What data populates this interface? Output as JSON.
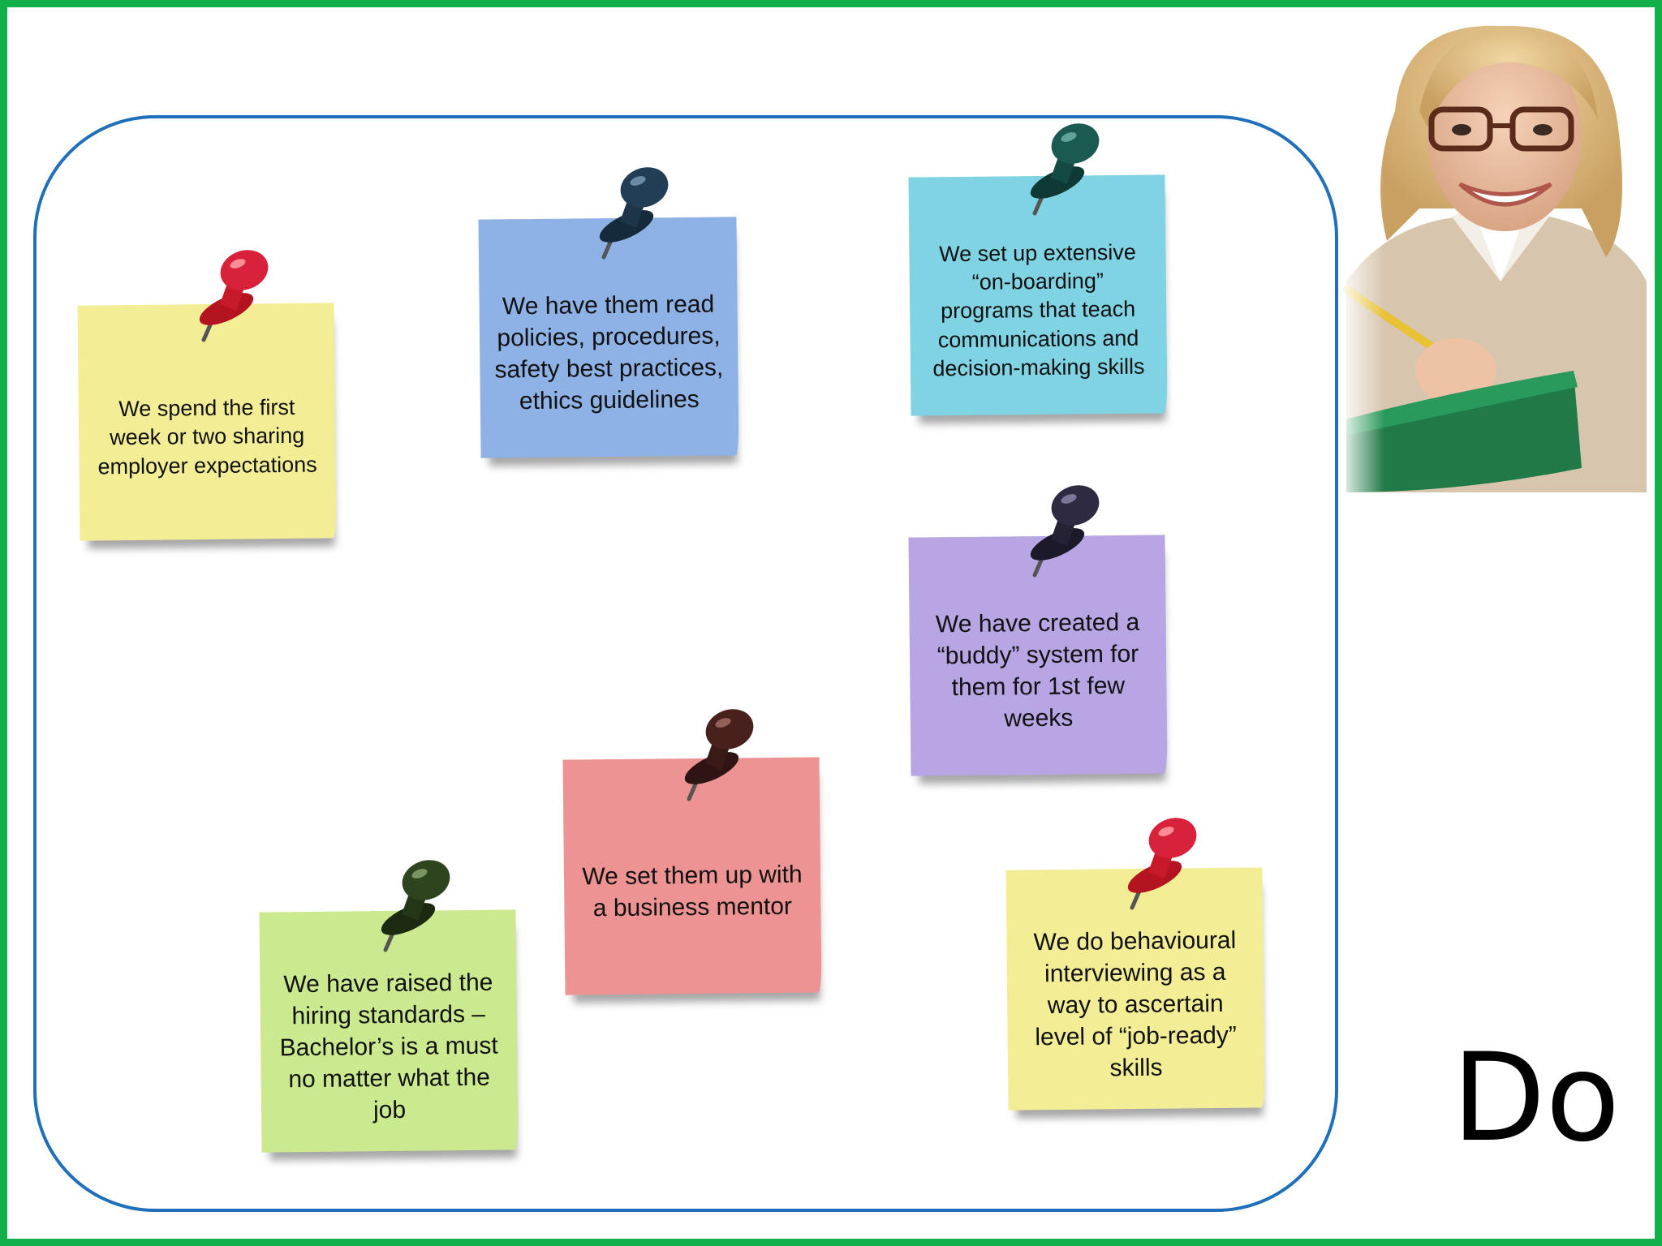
{
  "slide": {
    "label": "Do",
    "colors": {
      "frame": "#12b04a",
      "board_border": "#1f6fba"
    }
  },
  "notes": [
    {
      "id": "note-yellow-left",
      "text": "We spend the first week or two sharing employer expectations",
      "color": "#f3ee96",
      "pin": "red-pushpin-icon"
    },
    {
      "id": "note-blue",
      "text": "We have them read policies, procedures, safety best practices, ethics guidelines",
      "color": "#8eb2e6",
      "pin": "navy-pushpin-icon"
    },
    {
      "id": "note-cyan",
      "text": "We set up extensive “on-boarding” programs that teach communications and decision-making skills",
      "color": "#7fd3e3",
      "pin": "teal-pushpin-icon"
    },
    {
      "id": "note-purple",
      "text": "We have created a “buddy” system for them for 1st few weeks",
      "color": "#b7a6e3",
      "pin": "dark-purple-pushpin-icon"
    },
    {
      "id": "note-pink",
      "text": "We set them up with a business mentor",
      "color": "#ee9393",
      "pin": "brown-pushpin-icon"
    },
    {
      "id": "note-green",
      "text": "We have raised the hiring standards – Bachelor’s is a must no matter what the job",
      "color": "#cbe98e",
      "pin": "dark-green-pushpin-icon"
    },
    {
      "id": "note-yellow-right",
      "text": "We do behavioural interviewing as a way to ascertain level of “job-ready” skills",
      "color": "#f3ee96",
      "pin": "red-pushpin-icon"
    }
  ],
  "photo": {
    "icon": "teacher-with-glasses-and-clipboard-photo"
  }
}
